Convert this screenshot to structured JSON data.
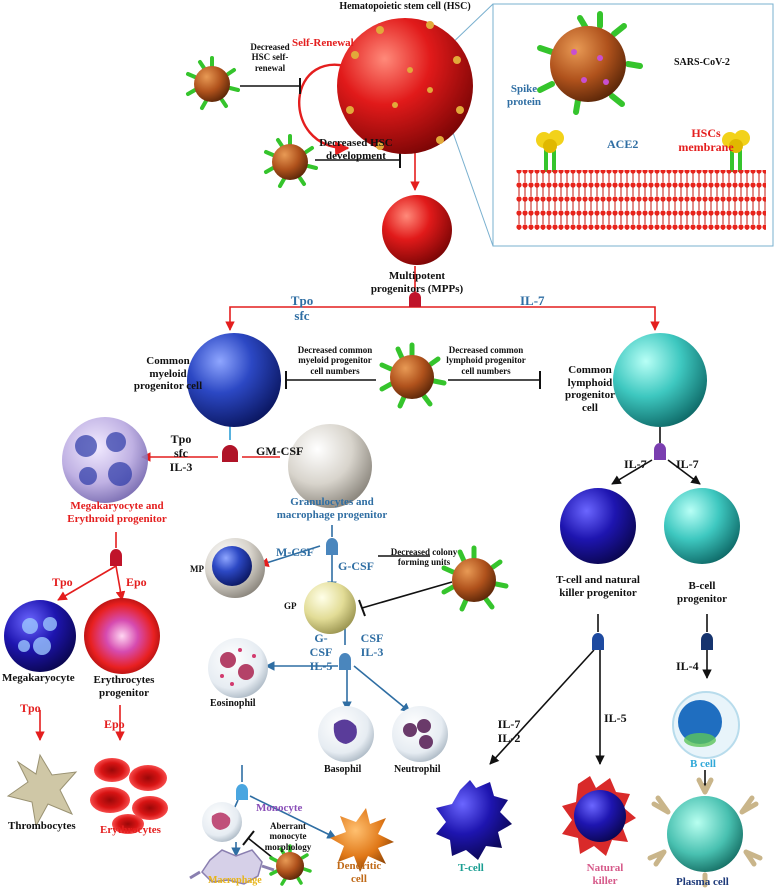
{
  "title": "Hematopoietic stem cell (HSC)",
  "hsc": {
    "self_renewal": "Self-Renewal",
    "decreased_self_renewal": "Decreased HSC self-renewal",
    "decreased_development": "Decreased HSC development"
  },
  "inset": {
    "virus": "SARS-CoV-2",
    "spike": "Spike protein",
    "ace2": "ACE2",
    "membrane": "HSCs membrane"
  },
  "mpp": "Multipotent progenitors (MPPs)",
  "cytokines": {
    "tpo_sfc_top": "Tpo sfc",
    "il7_top": "IL-7",
    "tpo_sfc_il3": "Tpo sfc IL-3",
    "gm_csf": "GM-CSF",
    "tpo_left": "Tpo",
    "epo_left": "Epo",
    "tpo_down": "Tpo",
    "epo_down": "Epo",
    "m_csf": "M-CSF",
    "g_csf": "G-CSF",
    "g_csf_il5": "G-CSF IL-5",
    "csf_il3": "CSF IL-3",
    "il7_left": "IL-7",
    "il7_right": "IL-7",
    "il7_il2": "IL-7 IL-2",
    "il5": "IL-5",
    "il4": "IL-4"
  },
  "effects": {
    "myeloid": "Decreased common myeloid progenitor cell numbers",
    "lymphoid": "Decreased common lymphoid progenitor cell numbers",
    "colony": "Decreased colony forming units",
    "monocyte": "Aberrant monocyte morphology"
  },
  "cells": {
    "cmp": "Common myeloid progenitor cell",
    "clp": "Common lymphoid progenitor cell",
    "mep": "Megakaryocyte and Erythroid progenitor",
    "gmp": "Granulocytes and macrophage progenitor",
    "mp": "MP",
    "gp": "GP",
    "megakaryocyte": "Megakaryocyte",
    "erythro_prog": "Erythrocytes progenitor",
    "thrombocytes": "Thrombocytes",
    "erythrocytes": "Erythrocytes",
    "eosinophil": "Eosinophil",
    "basophil": "Basophil",
    "neutrophil": "Neutrophil",
    "monocyte": "Monocyte",
    "macrophage": "Macrophage",
    "dendritic": "Dendritic cell",
    "tnk": "T-cell and natural killer progenitor",
    "bprog": "B-cell progenitor",
    "bcell": "B cell",
    "tcell": "T-cell",
    "nk": "Natural killer",
    "plasma": "Plasma cell"
  },
  "colors": {
    "red": "#e41e1e",
    "blue": "#2f6ea3",
    "black": "#111111",
    "hsc": "#e11a1a",
    "cmp": "#2c52c4",
    "clp": "#3ec8c0",
    "virus": "#b0521c",
    "spike": "#35c42c"
  }
}
